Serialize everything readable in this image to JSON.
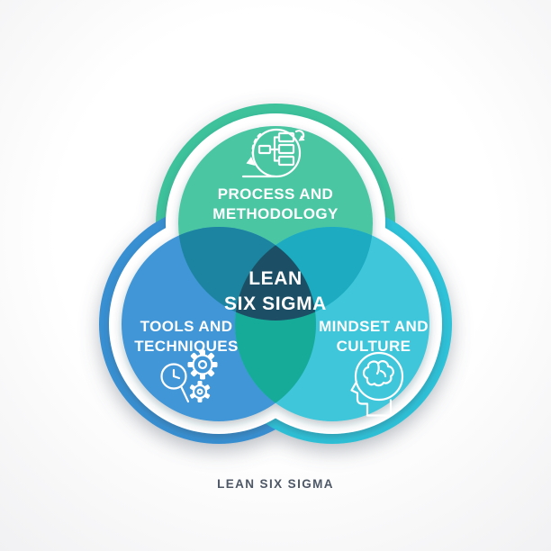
{
  "diagram": {
    "caption": "LEAN SIX SIGMA",
    "caption_color": "#4D5766",
    "text_color": "#FFFFFF",
    "center_label": {
      "line1": "LEAN",
      "line2": "SIX SIGMA"
    },
    "circles": {
      "process": {
        "line1": "PROCESS AND",
        "line2": "METHODOLOGY",
        "fill": "#4BC6A3",
        "rim": "#3DC29C",
        "icon": "process-loop-icon"
      },
      "tools": {
        "line1": "TOOLS AND",
        "line2": "TECHNIQUES",
        "fill": "#4196D6",
        "rim": "#3990D2",
        "icon": "magnifier-gears-icon"
      },
      "mindset": {
        "line1": "MINDSET AND",
        "line2": "CULTURE",
        "fill": "#3FC6DA",
        "rim": "#2FC2D8",
        "icon": "head-brain-icon"
      }
    },
    "overlaps": {
      "process_tools": "#1B84A0",
      "process_mindset": "#1AABC0",
      "tools_mindset": "#15AB99",
      "triple": "#1E5066"
    }
  }
}
